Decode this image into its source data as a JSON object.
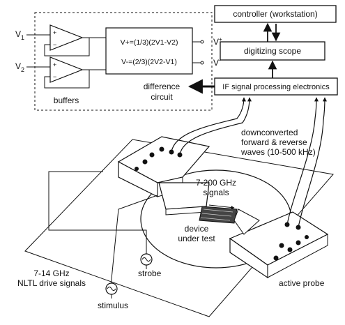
{
  "boxes": {
    "controller": "controller (workstation)",
    "scope": "digitizing scope",
    "if_electronics": "IF signal processing electronics"
  },
  "inputs": {
    "v1": "V",
    "v1_sub": "1",
    "v2": "V",
    "v2_sub": "2"
  },
  "difference_box": {
    "vplus_eq": "V+=(1/3)(2V1-V2)",
    "vminus_eq": "V-=(2/3)(2V2-V1)"
  },
  "outputs": {
    "vplus": "V",
    "vplus_sup": "+",
    "vminus": "V",
    "vminus_sup": "-"
  },
  "labels": {
    "buffers": "buffers",
    "difference_circuit_line1": "difference",
    "difference_circuit_line2": "circuit",
    "downconverted_line1": "downconverted",
    "downconverted_line2": "forward & reverse",
    "downconverted_line3": "waves (10-500 kHz)",
    "ghz_signals_line1": "7-200 GHz",
    "ghz_signals_line2": "signals",
    "device_line1": "device",
    "device_line2": "under test",
    "strobe": "strobe",
    "stimulus": "stimulus",
    "nltl_line1": "7-14 GHz",
    "nltl_line2": "NLTL drive signals",
    "active_probe": "active probe"
  }
}
